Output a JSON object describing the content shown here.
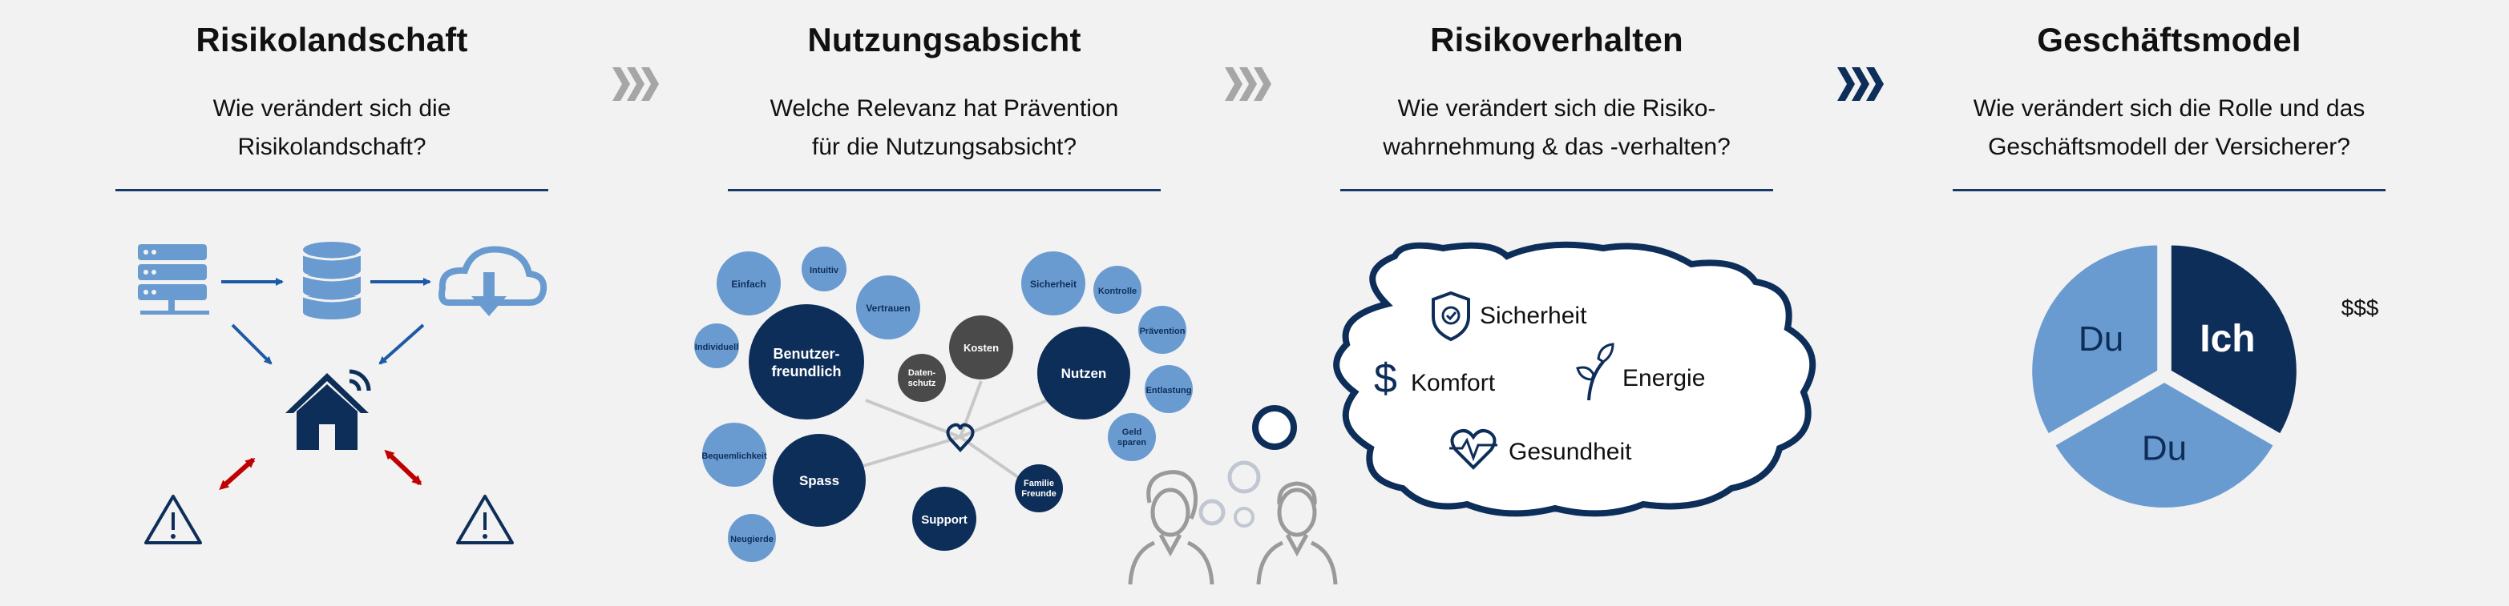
{
  "colors": {
    "navy": "#0e2e5a",
    "mid_blue": "#6a9bd0",
    "light_blue": "#7fa6d6",
    "grey_dark": "#4a4a4a",
    "red": "#c00000",
    "chevron_grey": "#a6a6a6",
    "rule": "#173a66"
  },
  "sections": [
    {
      "title": "Risikolandschaft",
      "question_lines": [
        "Wie verändert sich die",
        "Risikolandschaft?"
      ]
    },
    {
      "title": "Nutzungsabsicht",
      "question_lines": [
        "Welche Relevanz hat Prävention",
        "für die Nutzungsabsicht?"
      ]
    },
    {
      "title": "Risikoverhalten",
      "question_lines": [
        "Wie verändert sich die Risiko-",
        "wahrnehmung & das -verhalten?"
      ]
    },
    {
      "title": "Geschäftsmodel",
      "question_lines": [
        "Wie verändert sich die Rolle und das",
        "Geschäftsmodell der Versicherer?"
      ]
    }
  ],
  "risk_icons": [
    "server-icon",
    "database-icon",
    "cloud-download-icon",
    "smart-home-icon",
    "warning-icon",
    "warning-icon"
  ],
  "bubbles": {
    "benutzer_line1": "Benutzer-",
    "benutzer_line2": "freundlich",
    "spass": "Spass",
    "support": "Support",
    "nutzen": "Nutzen",
    "kosten": "Kosten",
    "datenschutz_line1": "Daten-",
    "datenschutz_line2": "schutz",
    "einfach": "Einfach",
    "intuitiv": "Intuitiv",
    "vertrauen": "Vertrauen",
    "individuell": "Individuell",
    "bequemlichkeit": "Bequemlichkeit",
    "neugierde": "Neugierde",
    "sicherheit": "Sicherheit",
    "kontrolle": "Kontrolle",
    "praevention": "Prävention",
    "entlastung": "Entlastung",
    "geld_line1": "Geld",
    "geld_line2": "sparen",
    "familie_line1": "Familie",
    "familie_line2": "Freunde"
  },
  "cloud_items": {
    "sicherheit": "Sicherheit",
    "komfort": "Komfort",
    "energie": "Energie",
    "gesundheit": "Gesundheit"
  },
  "pie": {
    "slices": [
      {
        "label": "Ich",
        "share": 0.333
      },
      {
        "label": "Du",
        "share": 0.333
      },
      {
        "label": "Du",
        "share": 0.333
      }
    ],
    "money_label": "$$$"
  }
}
